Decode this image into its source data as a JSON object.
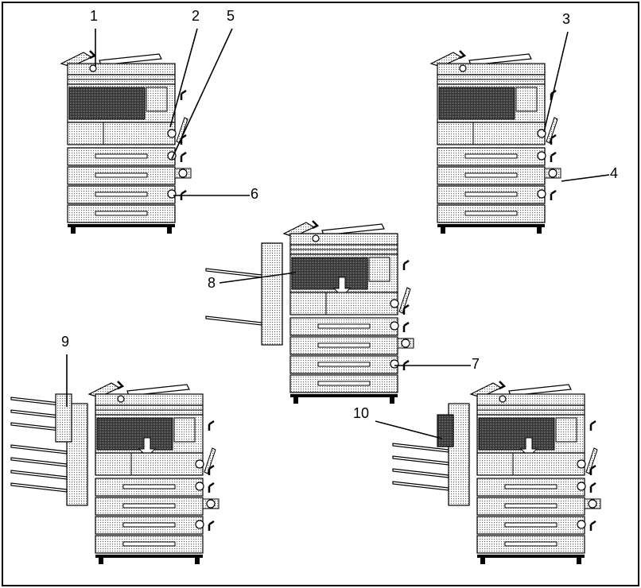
{
  "figure": {
    "machines": [
      {
        "id": "machine-top-left",
        "variant": "basic"
      },
      {
        "id": "machine-top-right",
        "variant": "basic-lcc"
      },
      {
        "id": "machine-center",
        "variant": "finisher-basic"
      },
      {
        "id": "machine-bottom-left",
        "variant": "finisher-multi"
      },
      {
        "id": "machine-bottom-right",
        "variant": "finisher-lcc"
      }
    ],
    "callouts": [
      {
        "label": "1",
        "machine": "machine-top-left"
      },
      {
        "label": "2",
        "machine": "machine-top-left"
      },
      {
        "label": "5",
        "machine": "machine-top-left"
      },
      {
        "label": "6",
        "machine": "machine-top-left"
      },
      {
        "label": "3",
        "machine": "machine-top-right"
      },
      {
        "label": "4",
        "machine": "machine-top-right"
      },
      {
        "label": "8",
        "machine": "machine-center"
      },
      {
        "label": "7",
        "machine": "machine-center"
      },
      {
        "label": "9",
        "machine": "machine-bottom-left"
      },
      {
        "label": "10",
        "machine": "machine-bottom-right"
      }
    ]
  },
  "colors": {
    "ink": "#000000",
    "paper": "#ffffff",
    "shade": "#b5b5b5",
    "dark_shade": "#555555"
  }
}
